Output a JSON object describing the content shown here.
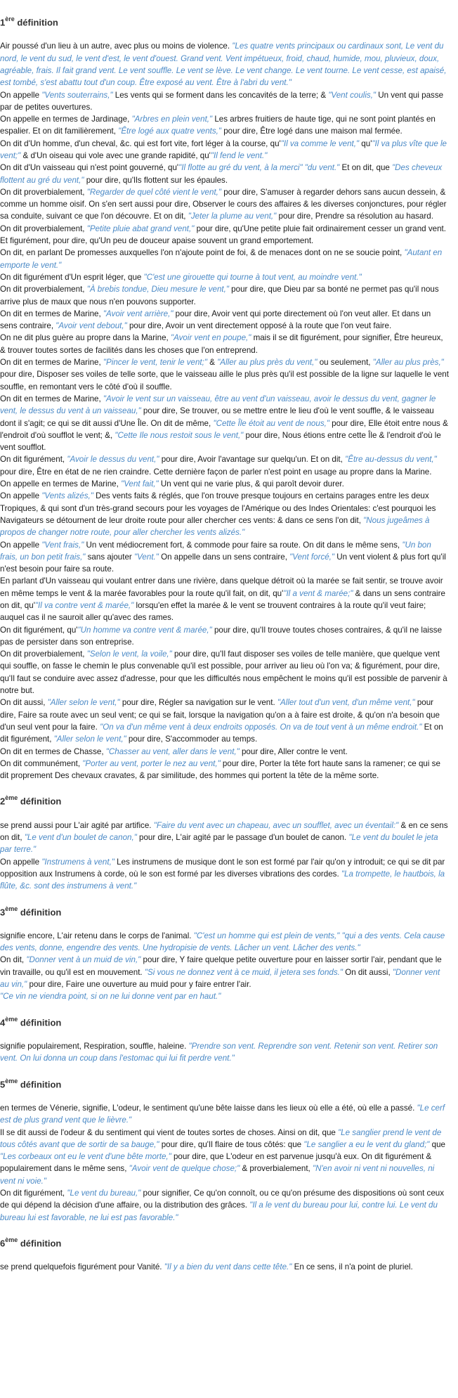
{
  "colors": {
    "text": "#1a1a1a",
    "example": "#4a89c6",
    "heading": "#333333"
  },
  "definitions": [
    {
      "num": "1",
      "sup": "ère",
      "label": " définition",
      "paragraphs": [
        [
          {
            "t": "Air poussé d'un lieu à un autre, avec plus ou moins de violence. "
          },
          {
            "t": "\"Les quatre vents principaux ou cardinaux sont, Le vent du nord, le vent du sud, le vent d'est, le vent d'ouest. Grand vent. Vent impétueux, froid, chaud, humide, mou, pluvieux, doux, agréable, frais. Il fait grand vent. Le vent souffle. Le vent se lève. Le vent change. Le vent tourne. Le vent cesse, est apaisé, est tombé, s'est abattu tout d'un coup. Être exposé au vent. Être à l'abri du vent.\"",
            "e": 1
          }
        ],
        [
          {
            "t": "On appelle "
          },
          {
            "t": "\"Vents souterrains,\"",
            "e": 1
          },
          {
            "t": " Les vents qui se forment dans les concavités de la terre; & "
          },
          {
            "t": "\"Vent coulis,\"",
            "e": 1
          },
          {
            "t": " Un vent qui passe par de petites ouvertures."
          }
        ],
        [
          {
            "t": "On appelle en termes de Jardinage, "
          },
          {
            "t": "\"Arbres en plein vent,\"",
            "e": 1
          },
          {
            "t": " Les arbres fruitiers de haute tige, qui ne sont point plantés en espalier. Et on dit familièrement, "
          },
          {
            "t": "\"Être logé aux quatre vents,\"",
            "e": 1
          },
          {
            "t": " pour dire, Être logé dans une maison mal fermée."
          }
        ],
        [
          {
            "t": "On dit d'Un homme, d'un cheval, &c. qui est fort vite, fort léger à la course, qu'"
          },
          {
            "t": "\"Il va comme le vent,\"",
            "e": 1
          },
          {
            "t": " qu'"
          },
          {
            "t": "\"Il va plus vîte que le vent;\"",
            "e": 1
          },
          {
            "t": " & d'Un oiseau qui vole avec une grande rapidité, qu'"
          },
          {
            "t": "\"Il fend le vent.\"",
            "e": 1
          }
        ],
        [
          {
            "t": "On dit d'Un vaisseau qui n'est point gouverné, qu'"
          },
          {
            "t": "\"Il flotte au gré du vent, à la merci\"",
            "e": 1
          },
          {
            "t": " "
          },
          {
            "t": "\"du vent.\"",
            "e": 1
          },
          {
            "t": " Et on dit, que "
          },
          {
            "t": "\"Des cheveux flottent au gré du vent,\"",
            "e": 1
          },
          {
            "t": " pour dire, qu'Ils flottent sur les épaules."
          }
        ],
        [
          {
            "t": "On dit proverbialement, "
          },
          {
            "t": "\"Regarder de quel côté vient le vent,\"",
            "e": 1
          },
          {
            "t": " pour dire, S'amuser à regarder dehors sans aucun dessein, & comme un homme oisif. On s'en sert aussi pour dire, Observer le cours des affaires & les diverses conjonctures, pour régler sa conduite, suivant ce que l'on découvre. Et on dit, "
          },
          {
            "t": "\"Jeter la plume au vent,\"",
            "e": 1
          },
          {
            "t": " pour dire, Prendre sa résolution au hasard."
          }
        ],
        [
          {
            "t": "On dit proverbialement, "
          },
          {
            "t": "\"Petite pluie abat grand vent,\"",
            "e": 1
          },
          {
            "t": " pour dire, qu'Une petite pluie fait ordinairement cesser un grand vent. Et figurément, pour dire, qu'Un peu de douceur apaise souvent un grand emportement."
          }
        ],
        [
          {
            "t": "On dit, en parlant De promesses auxquelles l'on n'ajoute point de foi, & de menaces dont on ne se soucie point, "
          },
          {
            "t": "\"Autant en emporte le vent.\"",
            "e": 1
          }
        ],
        [
          {
            "t": "On dit figurément d'Un esprit léger, que "
          },
          {
            "t": "\"C'est une girouette qui tourne à tout vent, au moindre vent.\"",
            "e": 1
          }
        ],
        [
          {
            "t": "On dit proverbialement, "
          },
          {
            "t": "\"À brebis tondue, Dieu mesure le vent,\"",
            "e": 1
          },
          {
            "t": " pour dire, que Dieu par sa bonté ne permet pas qu'il nous arrive plus de maux que nous n'en pouvons supporter."
          }
        ],
        [
          {
            "t": "On dit en termes de Marine, "
          },
          {
            "t": "\"Avoir vent arrière,\"",
            "e": 1
          },
          {
            "t": " pour dire, Avoir vent qui porte directement où l'on veut aller. Et dans un sens contraire, "
          },
          {
            "t": "\"Avoir vent debout,\"",
            "e": 1
          },
          {
            "t": " pour dire, Avoir un vent directement opposé à la route que l'on veut faire."
          }
        ],
        [
          {
            "t": "On ne dit plus guère au propre dans la Marine, "
          },
          {
            "t": "\"Avoir vent en poupe,\"",
            "e": 1
          },
          {
            "t": " mais il se dit figurément, pour signifier, Être heureux, & trouver toutes sortes de facilités dans les choses que l'on entreprend."
          }
        ],
        [
          {
            "t": "On dit en termes de Marine, "
          },
          {
            "t": "\"Pincer le vent, tenir le vent;\"",
            "e": 1
          },
          {
            "t": " & "
          },
          {
            "t": "\"Aller au plus près du vent,\"",
            "e": 1
          },
          {
            "t": " ou seulement, "
          },
          {
            "t": "\"Aller au plus près,\"",
            "e": 1
          },
          {
            "t": " pour dire, Disposer ses voiles de telle sorte, que le vaisseau aille le plus près qu'il est possible de la ligne sur laquelle le vent souffle, en remontant vers le côté d'où il souffle."
          }
        ],
        [
          {
            "t": "On dit en termes de Marine, "
          },
          {
            "t": "\"Avoir le vent sur un vaisseau, être au vent d'un vaisseau, avoir le dessus du vent, gagner le vent, le dessus du vent à un vaisseau,\"",
            "e": 1
          },
          {
            "t": " pour dire, Se trouver, ou se mettre entre le lieu d'où le vent souffle, & le vaisseau dont il s'agit; ce qui se dit aussi d'Une Île. On dit de même, "
          },
          {
            "t": "\"Cette Île étoit au vent de nous,\"",
            "e": 1
          },
          {
            "t": " pour dire, Elle étoit entre nous & l'endroit d'où soufflot le vent; &, "
          },
          {
            "t": "\"Cette Ile nous restoit sous le vent,\"",
            "e": 1
          },
          {
            "t": " pour dire, Nous étions entre cette Île & l'endroit d'où le vent soufflot."
          }
        ],
        [
          {
            "t": "On dit figurément, "
          },
          {
            "t": "\"Avoir le dessus du vent,\"",
            "e": 1
          },
          {
            "t": " pour dire, Avoir l'avantage sur quelqu'un. Et on dit, "
          },
          {
            "t": "\"Être au-dessus du vent,\"",
            "e": 1
          },
          {
            "t": " pour dire, Être en état de ne rien craindre. Cette dernière façon de parler n'est point en usage au propre dans la Marine."
          }
        ],
        [
          {
            "t": "On appelle en termes de Marine, "
          },
          {
            "t": "\"Vent fait,\"",
            "e": 1
          },
          {
            "t": " Un vent qui ne varie plus, & qui paroît devoir durer."
          }
        ],
        [
          {
            "t": "On appelle "
          },
          {
            "t": "\"Vents alizés,\"",
            "e": 1
          },
          {
            "t": " Des vents faits & réglés, que l'on trouve presque toujours en certains parages entre les deux Tropiques, & qui sont d'un très-grand secours pour les voyages de l'Amérique ou des Indes Orientales: c'est pourquoi les Navigateurs se détournent de leur droite route pour aller chercher ces vents: & dans ce sens l'on dit, "
          },
          {
            "t": "\"Nous jugeâmes à propos de changer notre route, pour aller chercher les vents alizés.\"",
            "e": 1
          }
        ],
        [
          {
            "t": "On appelle "
          },
          {
            "t": "\"Vent frais,\"",
            "e": 1
          },
          {
            "t": " Un vent médiocrement fort, & commode pour faire sa route. On dit dans le même sens, "
          },
          {
            "t": "\"Un bon frais, un bon petit frais,\"",
            "e": 1
          },
          {
            "t": " sans ajouter "
          },
          {
            "t": "\"Vent.\"",
            "e": 1
          },
          {
            "t": " On appelle dans un sens contraire, "
          },
          {
            "t": "\"Vent forcé,\"",
            "e": 1
          },
          {
            "t": " Un vent violent & plus fort qu'il n'est besoin pour faire sa route."
          }
        ],
        [
          {
            "t": "En parlant d'Un vaisseau qui voulant entrer dans une rivière, dans quelque détroit où la marée se fait sentir, se trouve avoir en même temps le vent & la marée favorables pour la route qu'il fait, on dit, qu'"
          },
          {
            "t": "\"Il a vent & marée;\"",
            "e": 1
          },
          {
            "t": " & dans un sens contraire on dit, qu'"
          },
          {
            "t": "\"Il va contre vent & marée,\"",
            "e": 1
          },
          {
            "t": " lorsqu'en effet la marée & le vent se trouvent contraires à la route qu'il veut faire; auquel cas il ne sauroit aller qu'avec des rames."
          }
        ],
        [
          {
            "t": "On dit figurément, qu'"
          },
          {
            "t": "\"Un homme va contre vent & marée,\"",
            "e": 1
          },
          {
            "t": " pour dire, qu'Il trouve toutes choses contraires, & qu'il ne laisse pas de persister dans son entreprise."
          }
        ],
        [
          {
            "t": "On dit proverbialement, "
          },
          {
            "t": "\"Selon le vent, la voile,\"",
            "e": 1
          },
          {
            "t": " pour dire, qu'Il faut disposer ses voiles de telle manière, que quelque vent qui souffle, on fasse le chemin le plus convenable qu'il est possible, pour arriver au lieu où l'on va; & figurément, pour dire, qu'Il faut se conduire avec assez d'adresse, pour que les difficultés nous empêchent le moins qu'il est possible de parvenir à notre but."
          }
        ],
        [
          {
            "t": "On dit aussi, "
          },
          {
            "t": "\"Aller selon le vent,\"",
            "e": 1
          },
          {
            "t": " pour dire, Régler sa navigation sur le vent. "
          },
          {
            "t": "\"Aller tout d'un vent, d'un même vent,\"",
            "e": 1
          },
          {
            "t": " pour dire, Faire sa route avec un seul vent; ce qui se fait, lorsque la navigation qu'on a à faire est droite, & qu'on n'a besoin que d'un seul vent pour la faire. "
          },
          {
            "t": "\"On va d'un même vent à deux endroits opposés. On va de tout vent à un même endroit.\"",
            "e": 1
          },
          {
            "t": " Et on dit figurément, "
          },
          {
            "t": "\"Aller selon le vent,\"",
            "e": 1
          },
          {
            "t": " pour dire, S'accommoder au temps."
          }
        ],
        [
          {
            "t": "On dit en termes de Chasse, "
          },
          {
            "t": "\"Chasser au vent, aller dans le vent,\"",
            "e": 1
          },
          {
            "t": " pour dire, Aller contre le vent."
          }
        ],
        [
          {
            "t": "On dit communément, "
          },
          {
            "t": "\"Porter au vent, porter le nez au vent,\"",
            "e": 1
          },
          {
            "t": " pour dire, Porter la tête fort haute sans la ramener; ce qui se dit proprement Des chevaux cravates, & par similitude, des hommes qui portent la tête de la même sorte."
          }
        ]
      ]
    },
    {
      "num": "2",
      "sup": "ème",
      "label": " définition",
      "paragraphs": [
        [
          {
            "t": "se prend aussi pour L'air agité par artifice. "
          },
          {
            "t": "\"Faire du vent avec un chapeau, avec un soufflet, avec un éventail:\"",
            "e": 1
          },
          {
            "t": " & en ce sens on dit, "
          },
          {
            "t": "\"Le vent d'un boulet de canon,\"",
            "e": 1
          },
          {
            "t": " pour dire, L'air agité par le passage d'un boulet de canon. "
          },
          {
            "t": "\"Le vent du boulet le jeta par terre.\"",
            "e": 1
          }
        ],
        [
          {
            "t": "On appelle "
          },
          {
            "t": "\"Instrumens à vent,\"",
            "e": 1
          },
          {
            "t": " Les instrumens de musique dont le son est formé par l'air qu'on y introduit; ce qui se dit par opposition aux Instrumens à corde, où le son est formé par les diverses vibrations des cordes. "
          },
          {
            "t": "\"La trompette, le hautbois, la flûte, &c. sont des instrumens à vent.\"",
            "e": 1
          }
        ]
      ]
    },
    {
      "num": "3",
      "sup": "ème",
      "label": " définition",
      "paragraphs": [
        [
          {
            "t": "signifie encore, L'air retenu dans le corps de l'animal. "
          },
          {
            "t": "\"C'est un homme qui est plein de vents,\"",
            "e": 1
          },
          {
            "t": " "
          },
          {
            "t": "\"qui a des vents. Cela cause des vents, donne, engendre des vents. Une hydropisie de vents. Lâcher un vent. Lâcher des vents.\"",
            "e": 1
          }
        ],
        [
          {
            "t": "On dit, "
          },
          {
            "t": "\"Donner vent à un muid de vin,\"",
            "e": 1
          },
          {
            "t": " pour dire, Y faire quelque petite ouverture pour en laisser sortir l'air, pendant que le vin travaille, ou qu'il est en mouvement. "
          },
          {
            "t": "\"Si vous ne donnez vent à ce muid, il jetera ses fonds.\"",
            "e": 1
          },
          {
            "t": " On dit aussi, "
          },
          {
            "t": "\"Donner vent au vin,\"",
            "e": 1
          },
          {
            "t": " pour dire, Faire une ouverture au muid pour y faire entrer l'air."
          }
        ],
        [
          {
            "t": "\"Ce vin ne viendra point, si on ne lui donne vent par en haut.\"",
            "e": 1
          }
        ]
      ]
    },
    {
      "num": "4",
      "sup": "ème",
      "label": " définition",
      "paragraphs": [
        [
          {
            "t": "signifie populairement, Respiration, souffle, haleine. "
          },
          {
            "t": "\"Prendre son vent. Reprendre son vent. Retenir son vent. Retirer son vent. On lui donna un coup dans l'estomac qui lui fit perdre vent.\"",
            "e": 1
          }
        ]
      ]
    },
    {
      "num": "5",
      "sup": "ème",
      "label": " définition",
      "paragraphs": [
        [
          {
            "t": "en termes de Vénerie, signifie, L'odeur, le sentiment qu'une bête laisse dans les lieux où elle a été, où elle a passé. "
          },
          {
            "t": "\"Le cerf est de plus grand vent que le lièvre.\"",
            "e": 1
          }
        ],
        [
          {
            "t": "Il se dit aussi de l'odeur & du sentiment qui vient de toutes sortes de choses. Ainsi on dit, que "
          },
          {
            "t": "\"Le sanglier prend le vent de tous côtés avant que de sortir de sa bauge,\"",
            "e": 1
          },
          {
            "t": " pour dire, qu'Il flaire de tous côtés: que "
          },
          {
            "t": "\"Le sanglier a eu le vent du gland;\"",
            "e": 1
          },
          {
            "t": " que "
          },
          {
            "t": "\"Les corbeaux ont eu le vent d'une bête morte,\"",
            "e": 1
          },
          {
            "t": " pour dire, que L'odeur en est parvenue jusqu'à eux. On dit figurément & populairement dans le même sens, "
          },
          {
            "t": "\"Avoir vent de quelque chose;\"",
            "e": 1
          },
          {
            "t": " & proverbialement, "
          },
          {
            "t": "\"N'en avoir ni vent ni nouvelles, ni vent ni voie.\"",
            "e": 1
          }
        ],
        [
          {
            "t": "On dit figurément, "
          },
          {
            "t": "\"Le vent du bureau,\"",
            "e": 1
          },
          {
            "t": " pour signifier, Ce qu'on connoît, ou ce qu'on présume des dispositions où sont ceux de qui dépend la décision d'une affaire, ou la distribution des grâces. "
          },
          {
            "t": "\"Il a le vent du bureau pour lui, contre lui. Le vent du bureau lui est favorable, ne lui est pas favorable.\"",
            "e": 1
          }
        ]
      ]
    },
    {
      "num": "6",
      "sup": "ème",
      "label": " définition",
      "paragraphs": [
        [
          {
            "t": "se prend quelquefois figurément pour Vanité. "
          },
          {
            "t": "\"Il y a bien du vent dans cette tête.\"",
            "e": 1
          },
          {
            "t": " En ce sens, il n'a point de pluriel."
          }
        ]
      ]
    }
  ]
}
